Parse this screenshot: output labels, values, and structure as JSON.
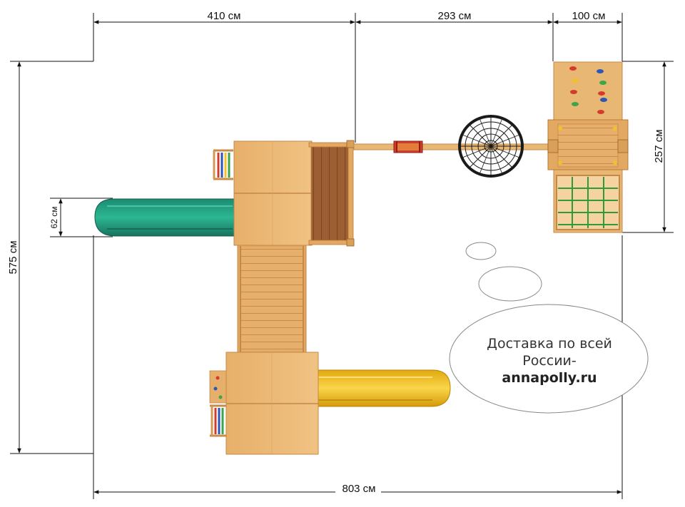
{
  "dimensions": {
    "top_left": "410 см",
    "top_middle": "293 см",
    "top_right": "100 см",
    "bottom_total": "803 см",
    "left_height": "575 см",
    "right_height": "257 см",
    "slide_width": "62 см"
  },
  "promo": {
    "line1": "Доставка по всей",
    "line2": "России-",
    "line3": "annapolly.ru"
  },
  "colors": {
    "wood_light": "#e9b774",
    "wood_mid": "#d9a05a",
    "wood_dark": "#b8753a",
    "slide_green": "#1f9a7e",
    "slide_yellow": "#f2c21c",
    "net_black": "#1a1a1a"
  }
}
